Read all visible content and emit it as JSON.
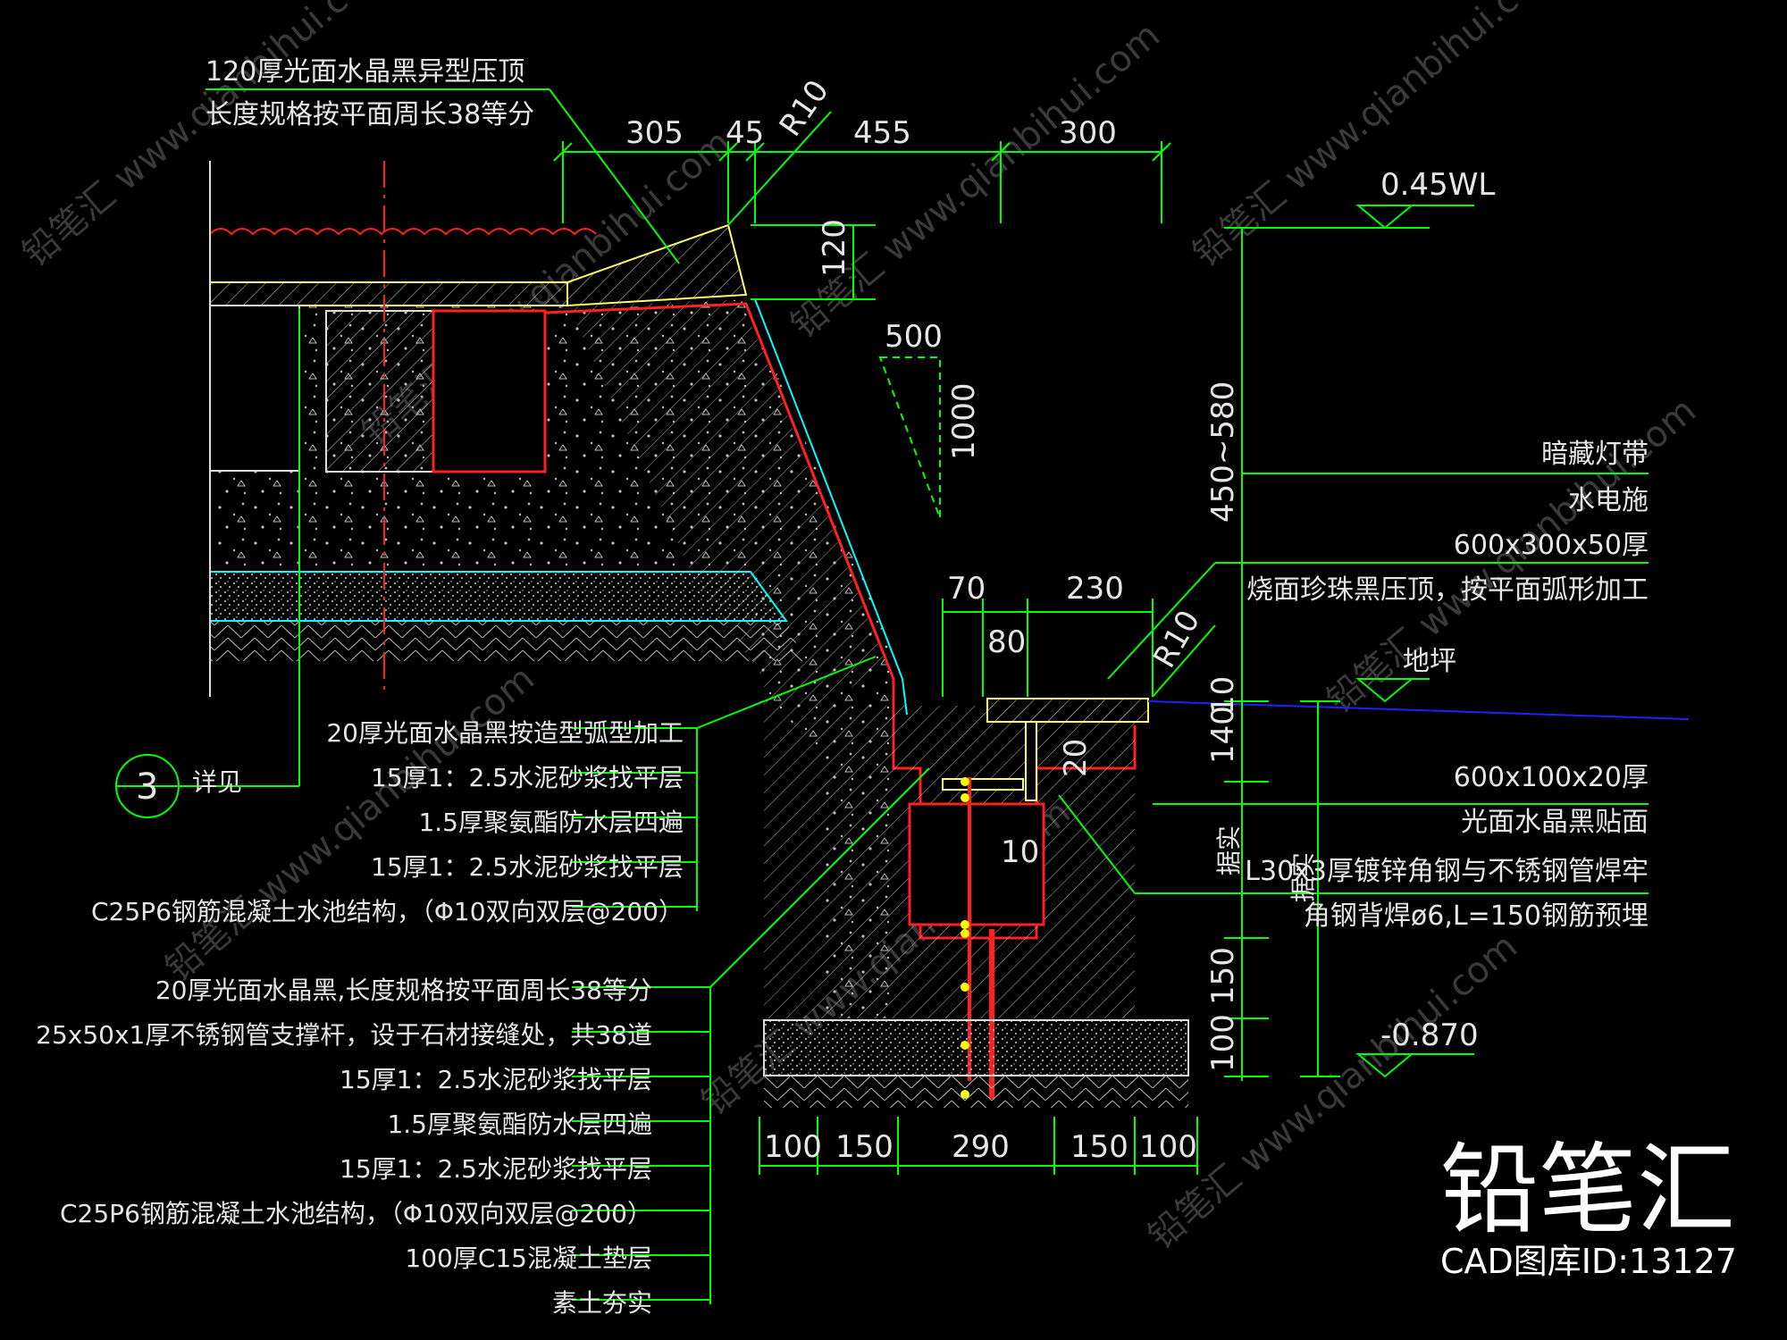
{
  "title_note": {
    "line1": "120厚光面水晶黑异型压顶",
    "line2": "长度规格按平面周长38等分"
  },
  "detail_ref": {
    "number": "3",
    "text": "详见"
  },
  "dims_top": {
    "d1": "305",
    "d2": "45",
    "d3": "455",
    "d4": "300",
    "r1": "R10"
  },
  "dims_mid": {
    "d120": "120",
    "d500": "500",
    "d1000": "1000",
    "d70": "70",
    "d230": "230",
    "d80": "80",
    "r2": "R10",
    "d20": "20",
    "d10": "10"
  },
  "dims_right": {
    "range": "450~580",
    "d140": "140",
    "d10": "10",
    "d150": "150",
    "d100": "100",
    "jz1": "据实",
    "jz2": "据实"
  },
  "dims_bottom": [
    "100",
    "150",
    "290",
    "150",
    "100"
  ],
  "levels": {
    "wl": "0.45WL",
    "ground": "地坪",
    "bottom": "-0.870"
  },
  "right_notes": [
    "暗藏灯带",
    "水电施",
    "600x300x50厚",
    "烧面珍珠黑压顶，按平面弧形加工",
    "600x100x20厚",
    "光面水晶黑贴面",
    "L30x3厚镀锌角钢与不锈钢管焊牢",
    "角钢背焊ø6,L=150钢筋预埋"
  ],
  "left_notes_upper": [
    "20厚光面水晶黑按造型弧型加工",
    "15厚1：2.5水泥砂浆找平层",
    "1.5厚聚氨酯防水层四遍",
    "15厚1：2.5水泥砂浆找平层",
    "C25P6钢筋混凝土水池结构，（Φ10双向双层@200）"
  ],
  "left_notes_lower": [
    "20厚光面水晶黑,长度规格按平面周长38等分",
    "25x50x1厚不锈钢管支撑杆，设于石材接缝处，共38道",
    "15厚1：2.5水泥砂浆找平层",
    "1.5厚聚氨酯防水层四遍",
    "15厚1：2.5水泥砂浆找平层",
    "C25P6钢筋混凝土水池结构，（Φ10双向双层@200）",
    "100厚C15混凝土垫层",
    "素土夯实"
  ],
  "brand": {
    "name": "铅笔汇",
    "id_label": "CAD图库ID:13127"
  },
  "watermark": "铅笔汇 www.qianbihui.com",
  "colors": {
    "background": "#000000",
    "green": "#00ff00",
    "cyan": "#00ffff",
    "red": "#ff2020",
    "yellow": "#ffff00",
    "text": "#e6e6e6"
  }
}
